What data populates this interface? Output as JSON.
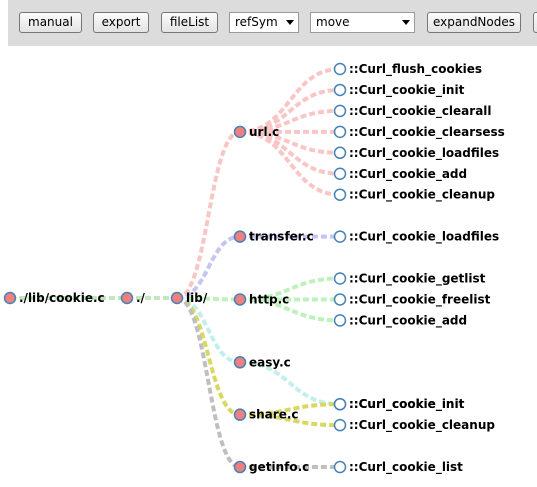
{
  "toolbar": {
    "manual": "manual",
    "export": "export",
    "filelist": "fileList",
    "refsym": "refSym",
    "move": "move",
    "expand": "expandNodes"
  },
  "colors": {
    "node_collapsed": "#f08080",
    "node_leaf": "#ffffff",
    "node_stroke": "#4682b4",
    "url": "#f9c5c5",
    "transfer": "#c4c4f5",
    "http": "#bdf2bd",
    "easy": "#c2eeee",
    "share": "#d8d860",
    "getinfo": "#bfbfbf",
    "trunk": "#bfe8bf"
  },
  "tree": {
    "root": "./lib/cookie.c",
    "dir": "./",
    "lib": "lib/",
    "files": [
      {
        "name": "url.c",
        "color_key": "url",
        "functions": [
          "::Curl_flush_cookies",
          "::Curl_cookie_init",
          "::Curl_cookie_clearall",
          "::Curl_cookie_clearsess",
          "::Curl_cookie_loadfiles",
          "::Curl_cookie_add",
          "::Curl_cookie_cleanup"
        ]
      },
      {
        "name": "transfer.c",
        "color_key": "transfer",
        "functions": [
          "::Curl_cookie_loadfiles"
        ]
      },
      {
        "name": "http.c",
        "color_key": "http",
        "functions": [
          "::Curl_cookie_getlist",
          "::Curl_cookie_freelist",
          "::Curl_cookie_add"
        ]
      },
      {
        "name": "easy.c",
        "color_key": "easy",
        "functions": [
          "::Curl_cookie_init"
        ]
      },
      {
        "name": "share.c",
        "color_key": "share",
        "functions": [
          "::Curl_cookie_init",
          "::Curl_cookie_cleanup"
        ]
      },
      {
        "name": "getinfo.c",
        "color_key": "getinfo",
        "functions": [
          "::Curl_cookie_list"
        ]
      }
    ]
  }
}
